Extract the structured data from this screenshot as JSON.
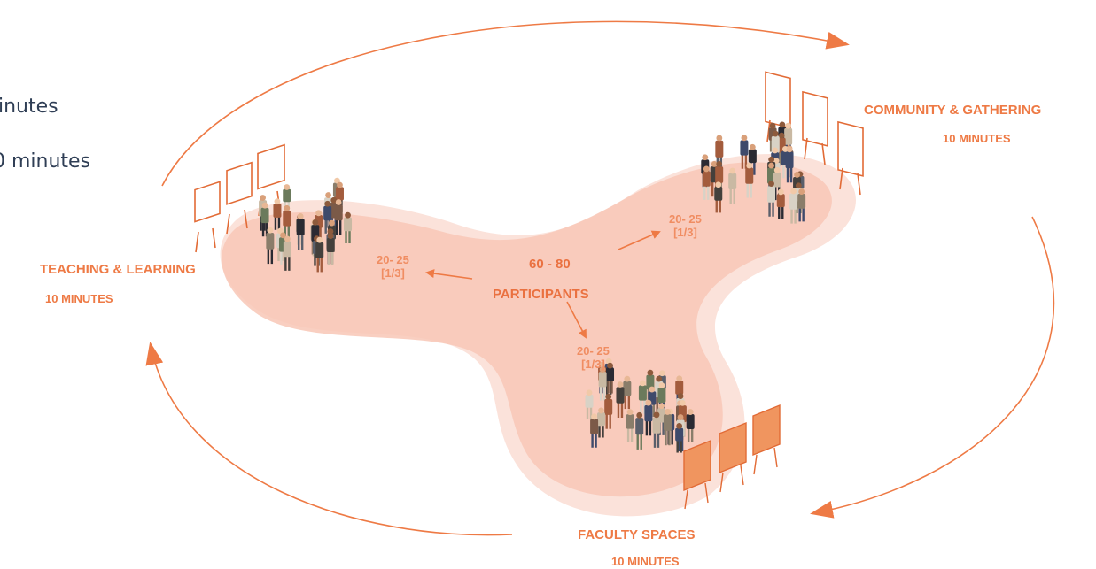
{
  "left_partial_text": {
    "line1": "inutes",
    "line2": "0 minutes"
  },
  "center": {
    "total_range": "60 - 80",
    "total_label": "PARTICIPANTS"
  },
  "zones": [
    {
      "id": "teaching",
      "title": "TEACHING & LEARNING",
      "duration": "10 MINUTES",
      "group_size": "20- 25",
      "group_fraction": "[1/3]"
    },
    {
      "id": "community",
      "title": "COMMUNITY & GATHERING",
      "duration": "10 MINUTES",
      "group_size": "20- 25",
      "group_fraction": "[1/3]"
    },
    {
      "id": "faculty",
      "title": "FACULTY SPACES",
      "duration": "10 MINUTES",
      "group_size": "20- 25",
      "group_fraction": "[1/3]"
    }
  ],
  "colors": {
    "accent": "#ee7a45",
    "blob_outer": "#fbe2da",
    "blob_inner": "#f8c7b6",
    "text_dark": "#2f3e55"
  },
  "icons": [
    "easel-icon",
    "crowd-icon",
    "cycle-arrow-icon",
    "direction-arrow-icon"
  ]
}
